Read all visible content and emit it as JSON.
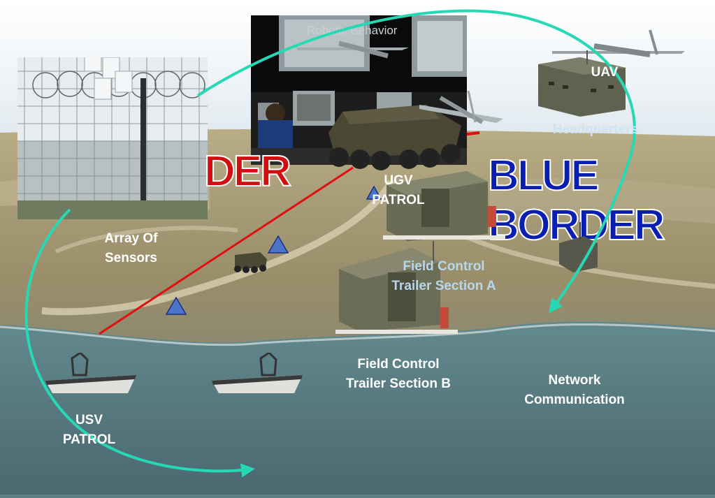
{
  "scene": {
    "title_overlay": "Robotic Behavior",
    "left_border_text": "DER",
    "right_border_text": "BLUE BORDER",
    "border_text_color": "#0a1fb0",
    "left_border_color": "#d01010",
    "arrow_color": "#26d8b4",
    "border_line_color": "#e01010"
  },
  "labels": {
    "uav": "UAV",
    "headquarters": "Headquarters",
    "ugv_patrol": "UGV\nPATROL",
    "array_of_sensors": "Array Of\nSensors",
    "field_control_a": "Field Control\nTrailer Section A",
    "field_control_b": "Field Control\nTrailer Section B",
    "network_communication": "Network\nCommunication",
    "usv_patrol": "USV\nPATROL"
  }
}
